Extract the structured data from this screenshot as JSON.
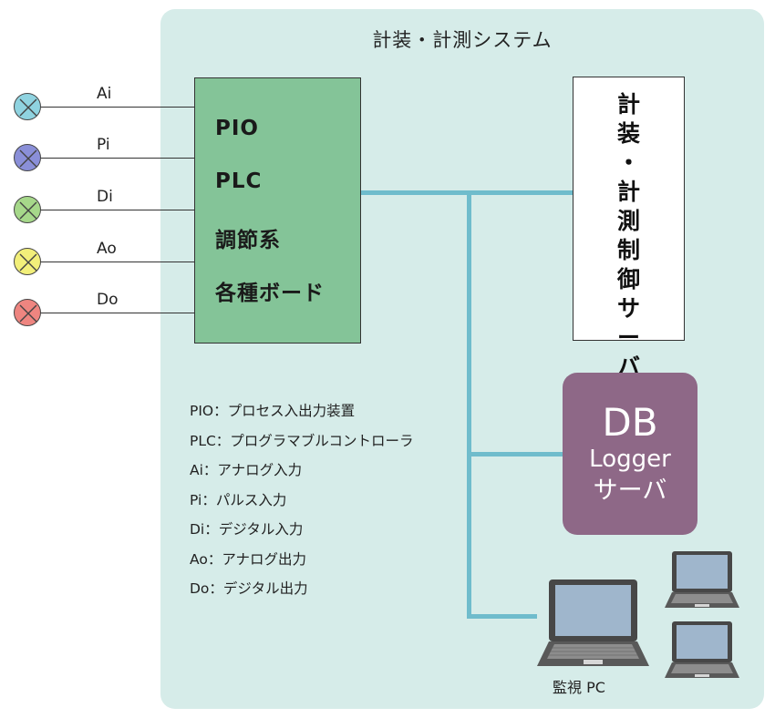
{
  "diagram": {
    "title": "計装・計測システム",
    "signals": [
      {
        "label": "Ai",
        "color": "#8fd3e0",
        "icon": "lamp-icon"
      },
      {
        "label": "Pi",
        "color": "#8a8fd8",
        "icon": "lamp-icon"
      },
      {
        "label": "Di",
        "color": "#a6d88a",
        "icon": "lamp-icon"
      },
      {
        "label": "Ao",
        "color": "#f2ef7a",
        "icon": "lamp-icon"
      },
      {
        "label": "Do",
        "color": "#ee8580",
        "icon": "lamp-icon"
      }
    ],
    "pio_box": {
      "items": [
        "PIO",
        "PLC",
        "調節系",
        "各種ボード"
      ],
      "color": "#84c498"
    },
    "server": {
      "lines": [
        "計",
        "装",
        "・",
        "計",
        "測",
        "制",
        "御",
        "サ",
        "ー",
        "バ"
      ]
    },
    "db_logger": {
      "line1": "DB",
      "line2": "Logger",
      "line3": "サーバ",
      "color": "#8e6887"
    },
    "legend": [
      "PIO：プロセス入出力装置",
      "PLC：プログラマブルコントローラ",
      "Ai：アナログ入力",
      "Pi：パルス入力",
      "Di：デジタル入力",
      "Ao：アナログ出力",
      "Do：デジタル出力"
    ],
    "monitor_pc": {
      "label": "監視 PC",
      "icon": "laptop-icon"
    },
    "colors": {
      "panel": "#d6ece9",
      "network": "#6fbccc"
    }
  }
}
